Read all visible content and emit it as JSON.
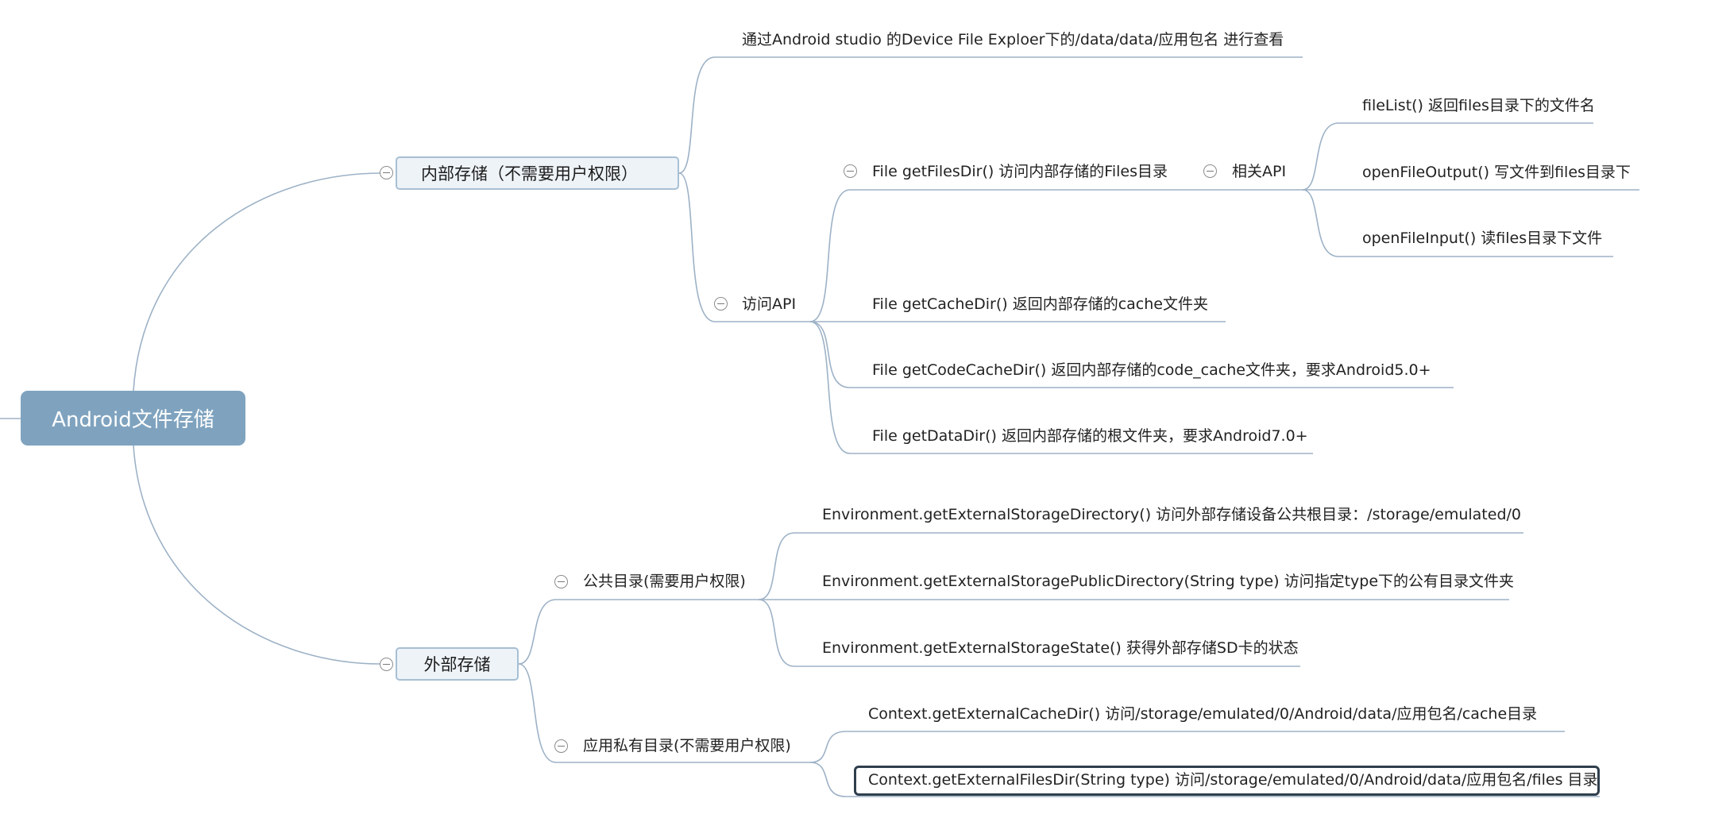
{
  "root": {
    "label": "Android文件存储"
  },
  "internal": {
    "label": "内部存储（不需要用户权限）",
    "view_note": "通过Android studio 的Device File Exploer下的/data/data/应用包名  进行查看",
    "access_api": {
      "label": "访问API",
      "files_dir": {
        "label": "File getFilesDir() 访问内部存储的Files目录",
        "related_api": {
          "label": "相关API",
          "items": [
            "fileList() 返回files目录下的文件名",
            "openFileOutput() 写文件到files目录下",
            "openFileInput()  读files目录下文件"
          ]
        }
      },
      "other_items": [
        "File getCacheDir() 返回内部存储的cache文件夹",
        "File getCodeCacheDir() 返回内部存储的code_cache文件夹，要求Android5.0+",
        "File getDataDir() 返回内部存储的根文件夹，要求Android7.0+"
      ]
    }
  },
  "external": {
    "label": "外部存储",
    "public_dir": {
      "label": "公共目录(需要用户权限)",
      "items": [
        "Environment.getExternalStorageDirectory() 访问外部存储设备公共根目录：/storage/emulated/0",
        "Environment.getExternalStoragePublicDirectory(String type)  访问指定type下的公有目录文件夹",
        "Environment.getExternalStorageState()  获得外部存储SD卡的状态"
      ]
    },
    "private_dir": {
      "label": "应用私有目录(不需要用户权限)",
      "items": [
        "Context.getExternalCacheDir() 访问/storage/emulated/0/Android/data/应用包名/cache目录",
        "Context.getExternalFilesDir(String type) 访问/storage/emulated/0/Android/data/应用包名/files 目录"
      ]
    }
  },
  "colors": {
    "root_fill": "#7fa3bf",
    "topic_fill": "#eef3f8",
    "topic_border": "#a7bfd3",
    "connector": "#9db2c6",
    "selection_frame": "#2f3e4d"
  }
}
